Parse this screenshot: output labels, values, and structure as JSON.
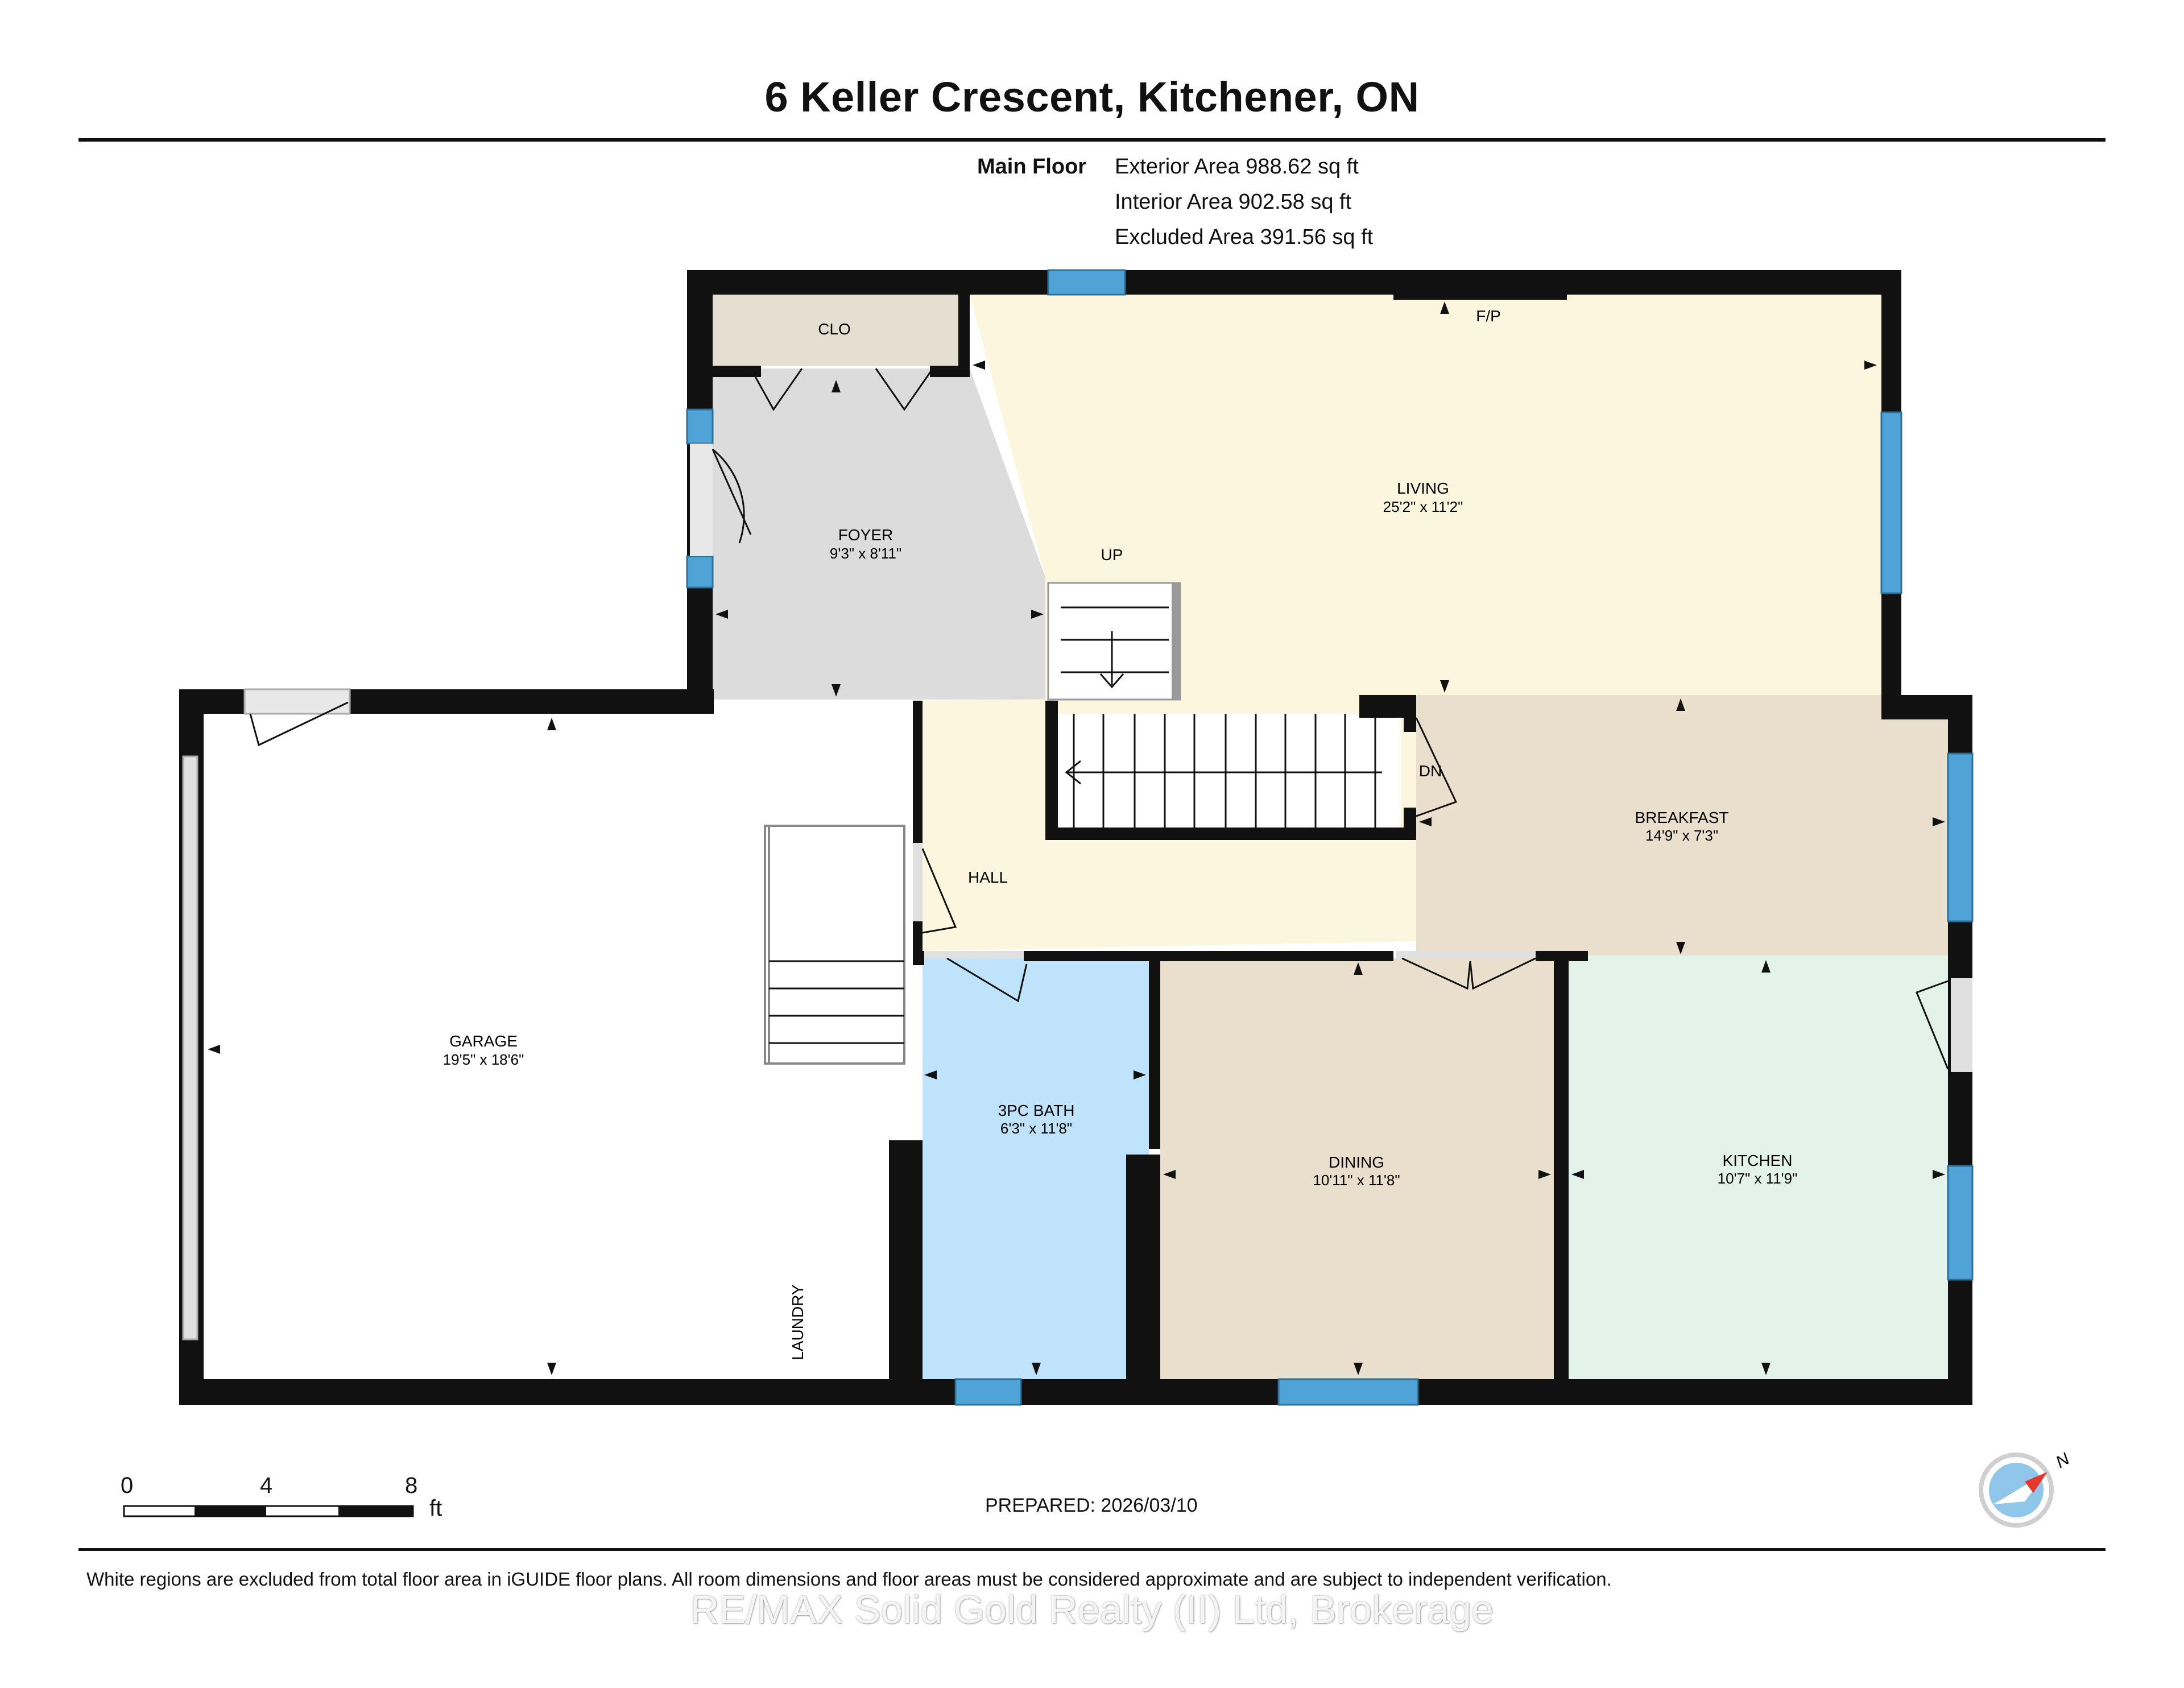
{
  "header": {
    "title": "6 Keller Crescent, Kitchener, ON",
    "floor_label": "Main Floor",
    "exterior_area": "Exterior Area 988.62 sq ft",
    "interior_area": "Interior Area 902.58 sq ft",
    "excluded_area": "Excluded Area 391.56 sq ft"
  },
  "rooms": {
    "clo": {
      "name": "CLO"
    },
    "fp": {
      "name": "F/P"
    },
    "foyer": {
      "name": "FOYER",
      "dims": "9'3\" x 8'11\""
    },
    "living": {
      "name": "LIVING",
      "dims": "25'2\" x 11'2\""
    },
    "up": {
      "name": "UP"
    },
    "dn": {
      "name": "DN"
    },
    "hall": {
      "name": "HALL"
    },
    "breakfast": {
      "name": "BREAKFAST",
      "dims": "14'9\" x 7'3\""
    },
    "garage": {
      "name": "GARAGE",
      "dims": "19'5\" x 18'6\""
    },
    "bath": {
      "name": "3PC BATH",
      "dims": "6'3\" x 11'8\""
    },
    "dining": {
      "name": "DINING",
      "dims": "10'11\" x 11'8\""
    },
    "kitchen": {
      "name": "KITCHEN",
      "dims": "10'7\" x 11'9\""
    },
    "laundry": {
      "name": "LAUNDRY"
    }
  },
  "scale": {
    "t0": "0",
    "t4": "4",
    "t8": "8",
    "unit": "ft"
  },
  "compass": {
    "label": "N"
  },
  "footer": {
    "prepared": "PREPARED: 2026/03/10",
    "disclaimer": "White regions are excluded from total floor area in iGUIDE floor plans. All room dimensions and floor areas must be considered approximate and are subject to independent verification.",
    "watermark": "RE/MAX Solid Gold Realty (II) Ltd, Brokerage"
  },
  "colors": {
    "wall": "#111111",
    "window": "#4fa3d6",
    "foyer": "#dcdcdc",
    "closet": "#e6dfd1",
    "living_hall": "#fbf6dd",
    "breakfast_dining": "#e9dfcc",
    "bath": "#bfe3fb",
    "kitchen": "#e4f3ea",
    "stairs_edge": "#999999"
  }
}
